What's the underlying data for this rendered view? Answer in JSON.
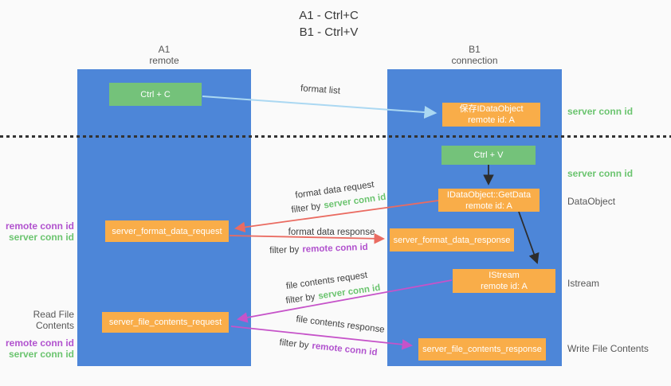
{
  "title": {
    "line1": "A1 - Ctrl+C",
    "line2": "B1 - Ctrl+V"
  },
  "columns": {
    "left": {
      "name": "A1",
      "subtitle": "remote"
    },
    "right": {
      "name": "B1",
      "subtitle": "connection"
    }
  },
  "nodes": {
    "ctrl_c": {
      "label": "Ctrl + C"
    },
    "save_idataobject": {
      "line1": "保存IDataObject",
      "line2": "remote id: A"
    },
    "ctrl_v": {
      "label": "Ctrl + V"
    },
    "getdata": {
      "line1": "IDataObject::GetData",
      "line2": "remote id: A"
    },
    "format_request": {
      "label": "server_format_data_request"
    },
    "format_response": {
      "label": "server_format_data_response"
    },
    "istream": {
      "line1": "IStream",
      "line2": "remote id: A"
    },
    "file_request": {
      "label": "server_file_contents_request"
    },
    "file_response": {
      "label": "server_file_contents_response"
    }
  },
  "edge_labels": {
    "format_list": "format list",
    "format_data_request": "format data request",
    "filter_server_1": {
      "prefix": "filter by",
      "highlight": "server conn id"
    },
    "format_data_response": "format data response",
    "filter_remote_1": {
      "prefix": "filter by",
      "highlight": "remote conn id"
    },
    "file_contents_request": "file contents request",
    "filter_server_2": {
      "prefix": "filter by",
      "highlight": "server conn id"
    },
    "file_contents_response": "file contents response",
    "filter_remote_2": {
      "prefix": "filter by",
      "highlight": "remote conn id"
    }
  },
  "side_labels": {
    "left_block1": {
      "line1": "remote conn id",
      "line2": "server conn id"
    },
    "left_block2": {
      "line1": "Read File Contents",
      "line2": "remote conn id",
      "line3": "server conn id"
    },
    "right1": "server conn id",
    "right2": "server conn id",
    "right3": "DataObject",
    "right4": "Istream",
    "right5": "Write File Contents"
  },
  "colors": {
    "background": "#fafafa",
    "column_blue": "#4d86d8",
    "box_green": "#74c27a",
    "box_orange": "#f9ad49",
    "arrow_red": "#ea6b61",
    "arrow_magenta": "#c653c9",
    "arrow_blue": "#abd8f2",
    "arrow_black": "#2d2d2d",
    "text_green": "#6bc46f",
    "text_purple": "#b152ce",
    "text_gray": "#575757",
    "text_dark": "#3f3f3f"
  }
}
